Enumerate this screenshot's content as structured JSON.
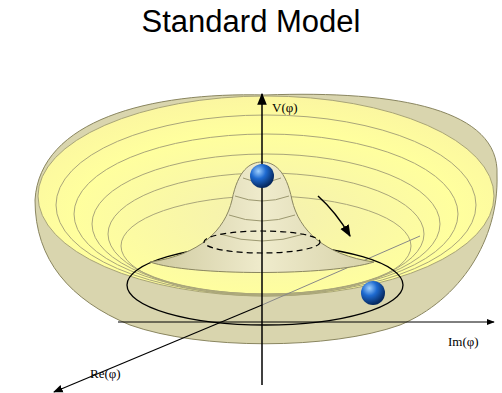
{
  "diagram": {
    "title": "Standard Model",
    "labels": [
      "V(φ)",
      "Im(φ)",
      "Re(φ)"
    ]
  }
}
